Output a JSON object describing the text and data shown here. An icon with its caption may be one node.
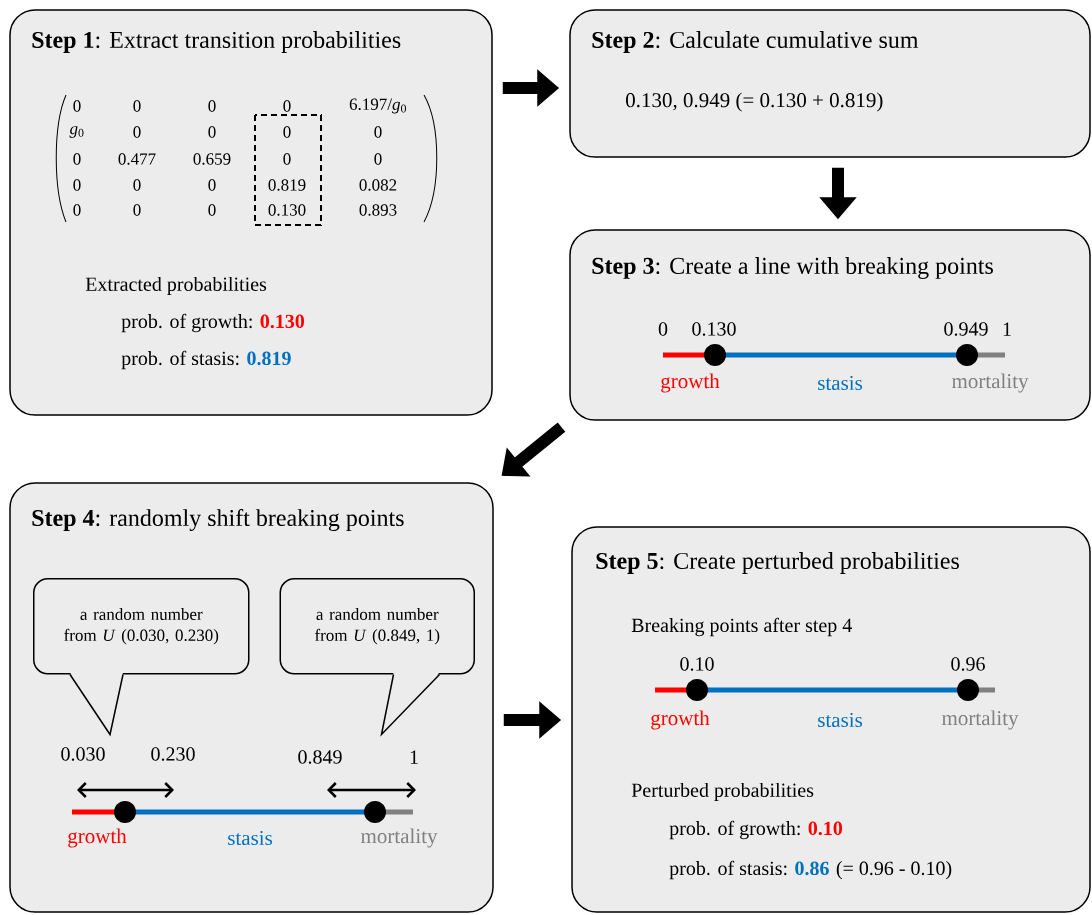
{
  "diagram": {
    "nodes": [
      {
        "text": [
          "**Step 1**: Extract transition probabilities",
          "0",
          "0",
          "0",
          "0",
          "6.197/*g*$_{0}$",
          "*g*$_{0}$",
          "0",
          "0",
          "0",
          "0",
          "0",
          "0.477",
          "0.659",
          "0",
          "0",
          "0",
          "0",
          "0",
          "0.819",
          "0.082",
          "0",
          "0",
          "0",
          "0.130",
          "0.893",
          "Extracted probabilities",
          "prob. of growth:",
          "0.130",
          "prob. of stasis:",
          "0.819"
        ]
      },
      {
        "text": [
          "**Step 2**: Calculate cumulative sum",
          "0.130, 0.949 (= 0.130 + 0.819)"
        ]
      },
      {
        "text": [
          "**Step 3**: Create a line with breaking points",
          "0",
          "0.130",
          "0.949",
          "1",
          "growth",
          "stasis",
          "mortality"
        ]
      },
      {
        "text": [
          "**Step 4**: randomly shift breaking points",
          "0.030",
          "0.230",
          "0.849",
          "1",
          "growth",
          "stasis",
          "mortality"
        ]
      },
      {
        "text": [
          "a random number from *U* (0.030, 0.230)"
        ],
        "in": 3
      },
      {
        "text": [
          "a random number from *U* (0.849, 1)"
        ],
        "in": 3
      },
      {
        "text": [
          "**Step 5**: Create perturbed probabilities",
          "Breaking points after step 4",
          "0.10",
          "0.96",
          "growth",
          "stasis",
          "mortality",
          "Perturbed probabilities",
          "prob. of growth:",
          "0.10",
          "prob. of stasis:",
          "0.86",
          "(= 0.96 - 0.10)"
        ]
      }
    ],
    "edges": [
      {
        "from": 0,
        "to": 1,
        "arrow": "to"
      },
      {
        "from": 1,
        "to": 2,
        "arrow": "to"
      },
      {
        "from": 2,
        "to": 3,
        "arrow": "to"
      },
      {
        "from": 3,
        "to": 6,
        "arrow": "to"
      }
    ]
  }
}
